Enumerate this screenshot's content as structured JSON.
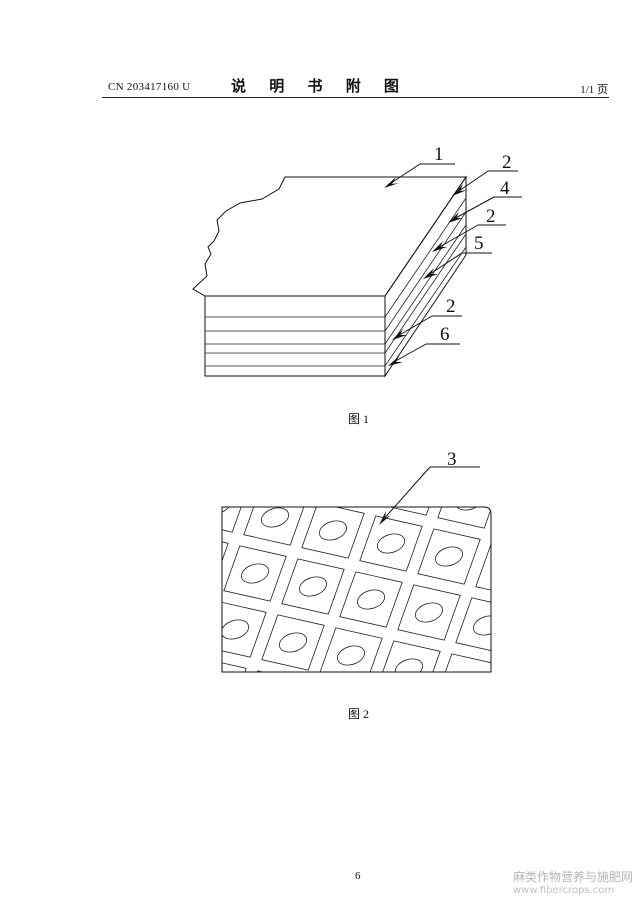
{
  "header": {
    "doc_number": "CN 203417160 U",
    "title": "说 明 书 附 图",
    "page_of": "1/1 页"
  },
  "figures": [
    {
      "caption": "图 1",
      "labels": [
        "1",
        "2",
        "4",
        "2",
        "5",
        "2",
        "6"
      ]
    },
    {
      "caption": "图 2",
      "labels": [
        "3"
      ]
    }
  ],
  "footer": {
    "page_number": "6"
  },
  "watermark": {
    "text": "麻类作物营养与施肥网",
    "url": "www.fibercrops.com"
  }
}
